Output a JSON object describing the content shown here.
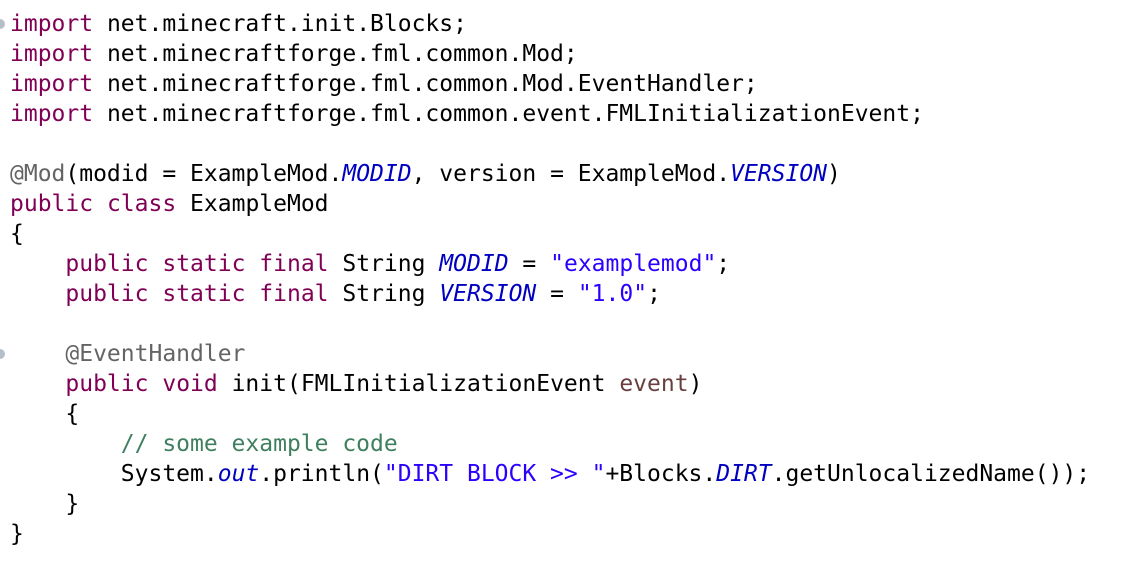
{
  "editor": {
    "language": "java",
    "colors": {
      "keyword": "#7f0055",
      "annotation": "#646464",
      "static_field": "#0000c0",
      "string": "#2a00ff",
      "comment": "#3f7f5f",
      "parameter": "#6a3e3e",
      "plain": "#000000",
      "ruler_marker": "#b6bfc9"
    },
    "lines": [
      {
        "marker": true,
        "tokens": [
          [
            "kw",
            "import"
          ],
          [
            "plain",
            " net.minecraft.init.Blocks;"
          ]
        ]
      },
      {
        "marker": false,
        "tokens": [
          [
            "kw",
            "import"
          ],
          [
            "plain",
            " net.minecraftforge.fml.common.Mod;"
          ]
        ]
      },
      {
        "marker": false,
        "tokens": [
          [
            "kw",
            "import"
          ],
          [
            "plain",
            " net.minecraftforge.fml.common.Mod.EventHandler;"
          ]
        ]
      },
      {
        "marker": false,
        "tokens": [
          [
            "kw",
            "import"
          ],
          [
            "plain",
            " net.minecraftforge.fml.common.event.FMLInitializationEvent;"
          ]
        ]
      },
      {
        "marker": false,
        "tokens": []
      },
      {
        "marker": false,
        "tokens": [
          [
            "ann",
            "@Mod"
          ],
          [
            "plain",
            "(modid = ExampleMod."
          ],
          [
            "field",
            "MODID"
          ],
          [
            "plain",
            ", version = ExampleMod."
          ],
          [
            "field",
            "VERSION"
          ],
          [
            "plain",
            ")"
          ]
        ]
      },
      {
        "marker": false,
        "tokens": [
          [
            "kw",
            "public"
          ],
          [
            "plain",
            " "
          ],
          [
            "kw",
            "class"
          ],
          [
            "plain",
            " ExampleMod"
          ]
        ]
      },
      {
        "marker": false,
        "tokens": [
          [
            "plain",
            "{"
          ]
        ]
      },
      {
        "marker": false,
        "tokens": [
          [
            "plain",
            "    "
          ],
          [
            "kw",
            "public"
          ],
          [
            "plain",
            " "
          ],
          [
            "kw",
            "static"
          ],
          [
            "plain",
            " "
          ],
          [
            "kw",
            "final"
          ],
          [
            "plain",
            " String "
          ],
          [
            "field",
            "MODID"
          ],
          [
            "plain",
            " = "
          ],
          [
            "str",
            "\"examplemod\""
          ],
          [
            "plain",
            ";"
          ]
        ]
      },
      {
        "marker": false,
        "tokens": [
          [
            "plain",
            "    "
          ],
          [
            "kw",
            "public"
          ],
          [
            "plain",
            " "
          ],
          [
            "kw",
            "static"
          ],
          [
            "plain",
            " "
          ],
          [
            "kw",
            "final"
          ],
          [
            "plain",
            " String "
          ],
          [
            "field",
            "VERSION"
          ],
          [
            "plain",
            " = "
          ],
          [
            "str",
            "\"1.0\""
          ],
          [
            "plain",
            ";"
          ]
        ]
      },
      {
        "marker": false,
        "tokens": []
      },
      {
        "marker": true,
        "tokens": [
          [
            "plain",
            "    "
          ],
          [
            "ann",
            "@EventHandler"
          ]
        ]
      },
      {
        "marker": false,
        "tokens": [
          [
            "plain",
            "    "
          ],
          [
            "kw",
            "public"
          ],
          [
            "plain",
            " "
          ],
          [
            "kw",
            "void"
          ],
          [
            "plain",
            " init(FMLInitializationEvent "
          ],
          [
            "param",
            "event"
          ],
          [
            "plain",
            ")"
          ]
        ]
      },
      {
        "marker": false,
        "tokens": [
          [
            "plain",
            "    {"
          ]
        ]
      },
      {
        "marker": false,
        "tokens": [
          [
            "plain",
            "        "
          ],
          [
            "cmt",
            "// some example code"
          ]
        ]
      },
      {
        "marker": false,
        "tokens": [
          [
            "plain",
            "        System."
          ],
          [
            "field",
            "out"
          ],
          [
            "plain",
            ".println("
          ],
          [
            "str",
            "\"DIRT BLOCK >> \""
          ],
          [
            "plain",
            "+Blocks."
          ],
          [
            "field",
            "DIRT"
          ],
          [
            "plain",
            ".getUnlocalizedName());"
          ]
        ]
      },
      {
        "marker": false,
        "tokens": [
          [
            "plain",
            "    }"
          ]
        ]
      },
      {
        "marker": false,
        "tokens": [
          [
            "plain",
            "}"
          ]
        ]
      }
    ]
  }
}
